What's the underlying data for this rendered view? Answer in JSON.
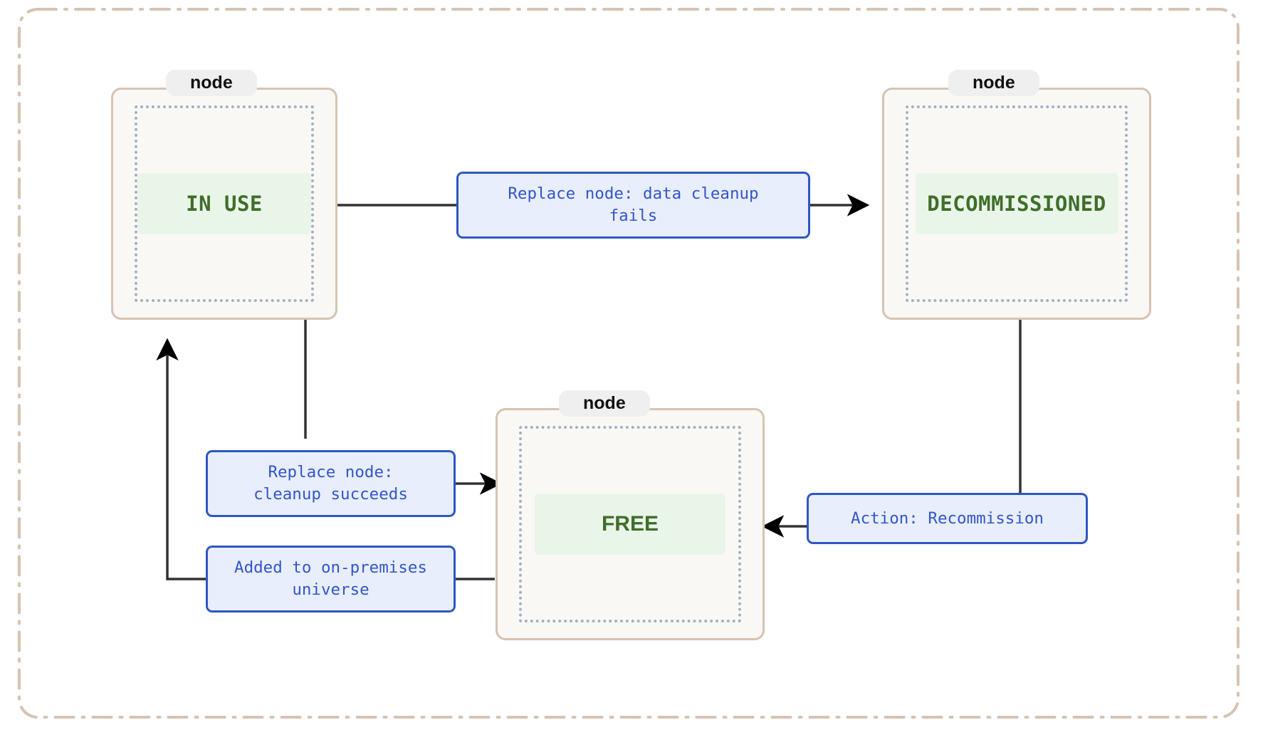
{
  "diagram": {
    "type": "state-machine",
    "title": "",
    "colors": {
      "outer_frame": "#d6c3b2",
      "group_border": "#d6c3b2",
      "group_fill": "#faf8f5",
      "inner_dotted": "#9fb0c4",
      "state_fill": "#eaf5ea",
      "state_text": "#3f6e29",
      "edge_label_fill": "#e8eefb",
      "edge_label_border": "#2f56c4",
      "edge_label_text": "#3355cc",
      "edge_line": "#333333",
      "group_title_fill": "#efefef"
    },
    "groups": [
      {
        "id": "group-in-use",
        "title": "node",
        "state": "IN USE"
      },
      {
        "id": "group-decommissioned",
        "title": "node",
        "state": "DECOMMISSIONED"
      },
      {
        "id": "group-free",
        "title": "node",
        "state": "FREE"
      }
    ],
    "edges": [
      {
        "id": "edge-inuse-to-decommissioned",
        "from": "IN USE",
        "to": "DECOMMISSIONED",
        "label": "Replace node: data cleanup\nfails"
      },
      {
        "id": "edge-inuse-to-free",
        "from": "IN USE",
        "to": "FREE",
        "label": "Replace node:\ncleanup succeeds"
      },
      {
        "id": "edge-free-to-inuse",
        "from": "FREE",
        "to": "IN USE",
        "label": "Added to on-premises\nuniverse"
      },
      {
        "id": "edge-decommissioned-to-free",
        "from": "DECOMMISSIONED",
        "to": "FREE",
        "label": "Action: Recommission"
      }
    ]
  }
}
